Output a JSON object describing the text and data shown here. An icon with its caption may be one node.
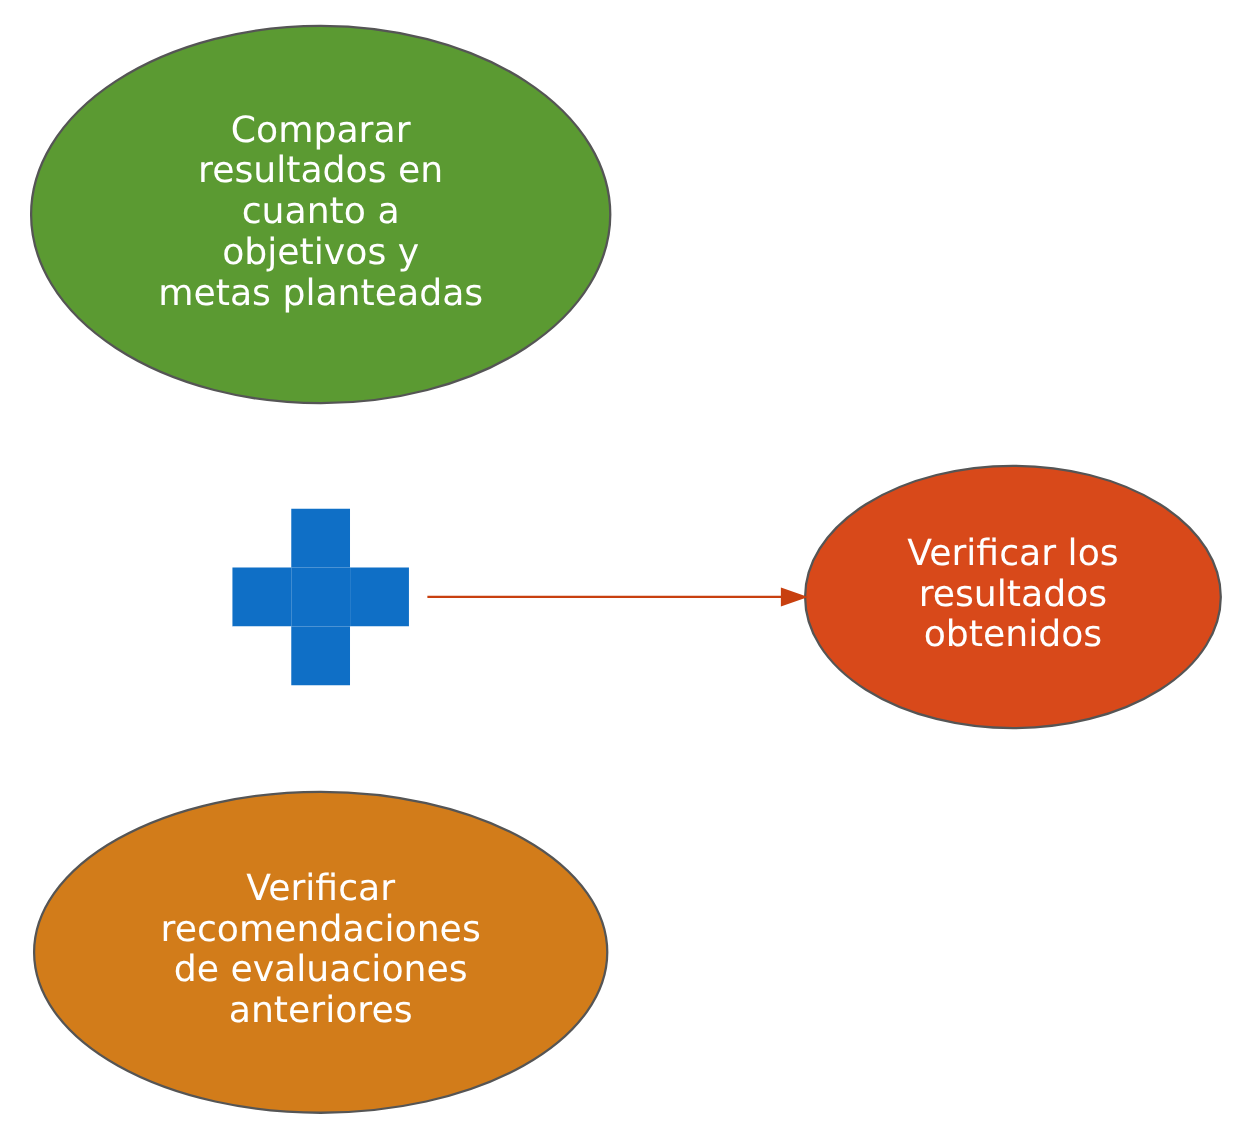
{
  "diagram": {
    "nodes": [
      {
        "text": [
          "Comparar resultados en cuanto a objetivos y metas planteadas"
        ]
      },
      {
        "text": [],
        "shape": "cross"
      },
      {
        "text": [
          "Verificar recomendaciones de evaluaciones anteriores"
        ]
      },
      {
        "text": [
          "Verificar los resultados obtenidos"
        ]
      }
    ],
    "edges": [
      {
        "from": 1,
        "to": 3,
        "arrow": "to"
      }
    ]
  }
}
